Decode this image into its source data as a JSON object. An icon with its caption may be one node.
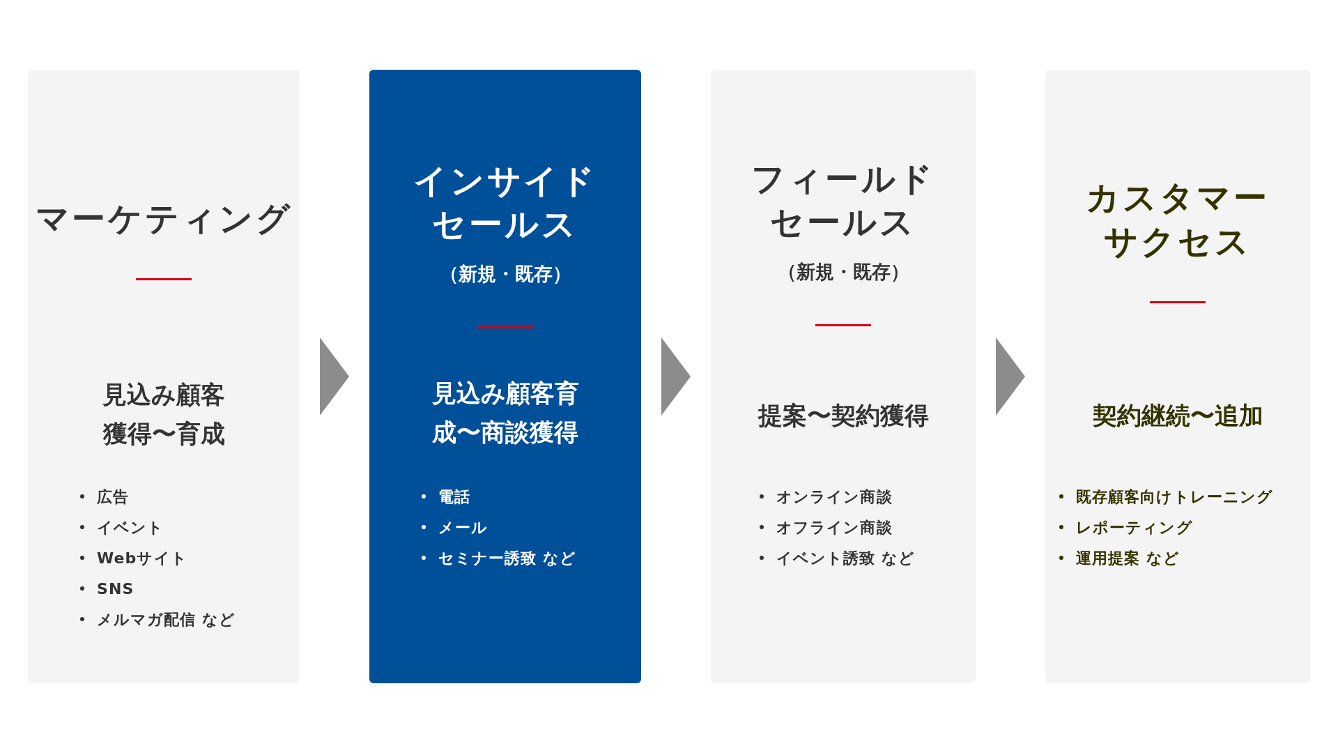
{
  "diagram": {
    "nodes": [
      {
        "text": [
          "マーケティング",
          "見込み顧客獲得〜育成",
          "広告",
          "イベント",
          "Webサイト",
          "SNS",
          "メルマガ配信 など"
        ]
      },
      {
        "text": [
          "インサイドセールス",
          "（新規・既存）",
          "見込み顧客育成〜商談獲得",
          "電話",
          "メール",
          "セミナー誘致 など"
        ]
      },
      {
        "text": [
          "フィールドセールス",
          "（新規・既存）",
          "提案〜契約獲得",
          "オンライン商談",
          "オフライン商談",
          "イベント誘致 など"
        ]
      },
      {
        "text": [
          "カスタマーサクセス",
          "契約継続〜追加",
          "既存顧客向けトレーニング",
          "レポーティング",
          "運用提案 など"
        ]
      }
    ],
    "edges": [
      {
        "from": 0,
        "to": 1,
        "arrow": "to"
      },
      {
        "from": 1,
        "to": 2,
        "arrow": "to"
      },
      {
        "from": 2,
        "to": 3,
        "arrow": "to"
      }
    ]
  }
}
